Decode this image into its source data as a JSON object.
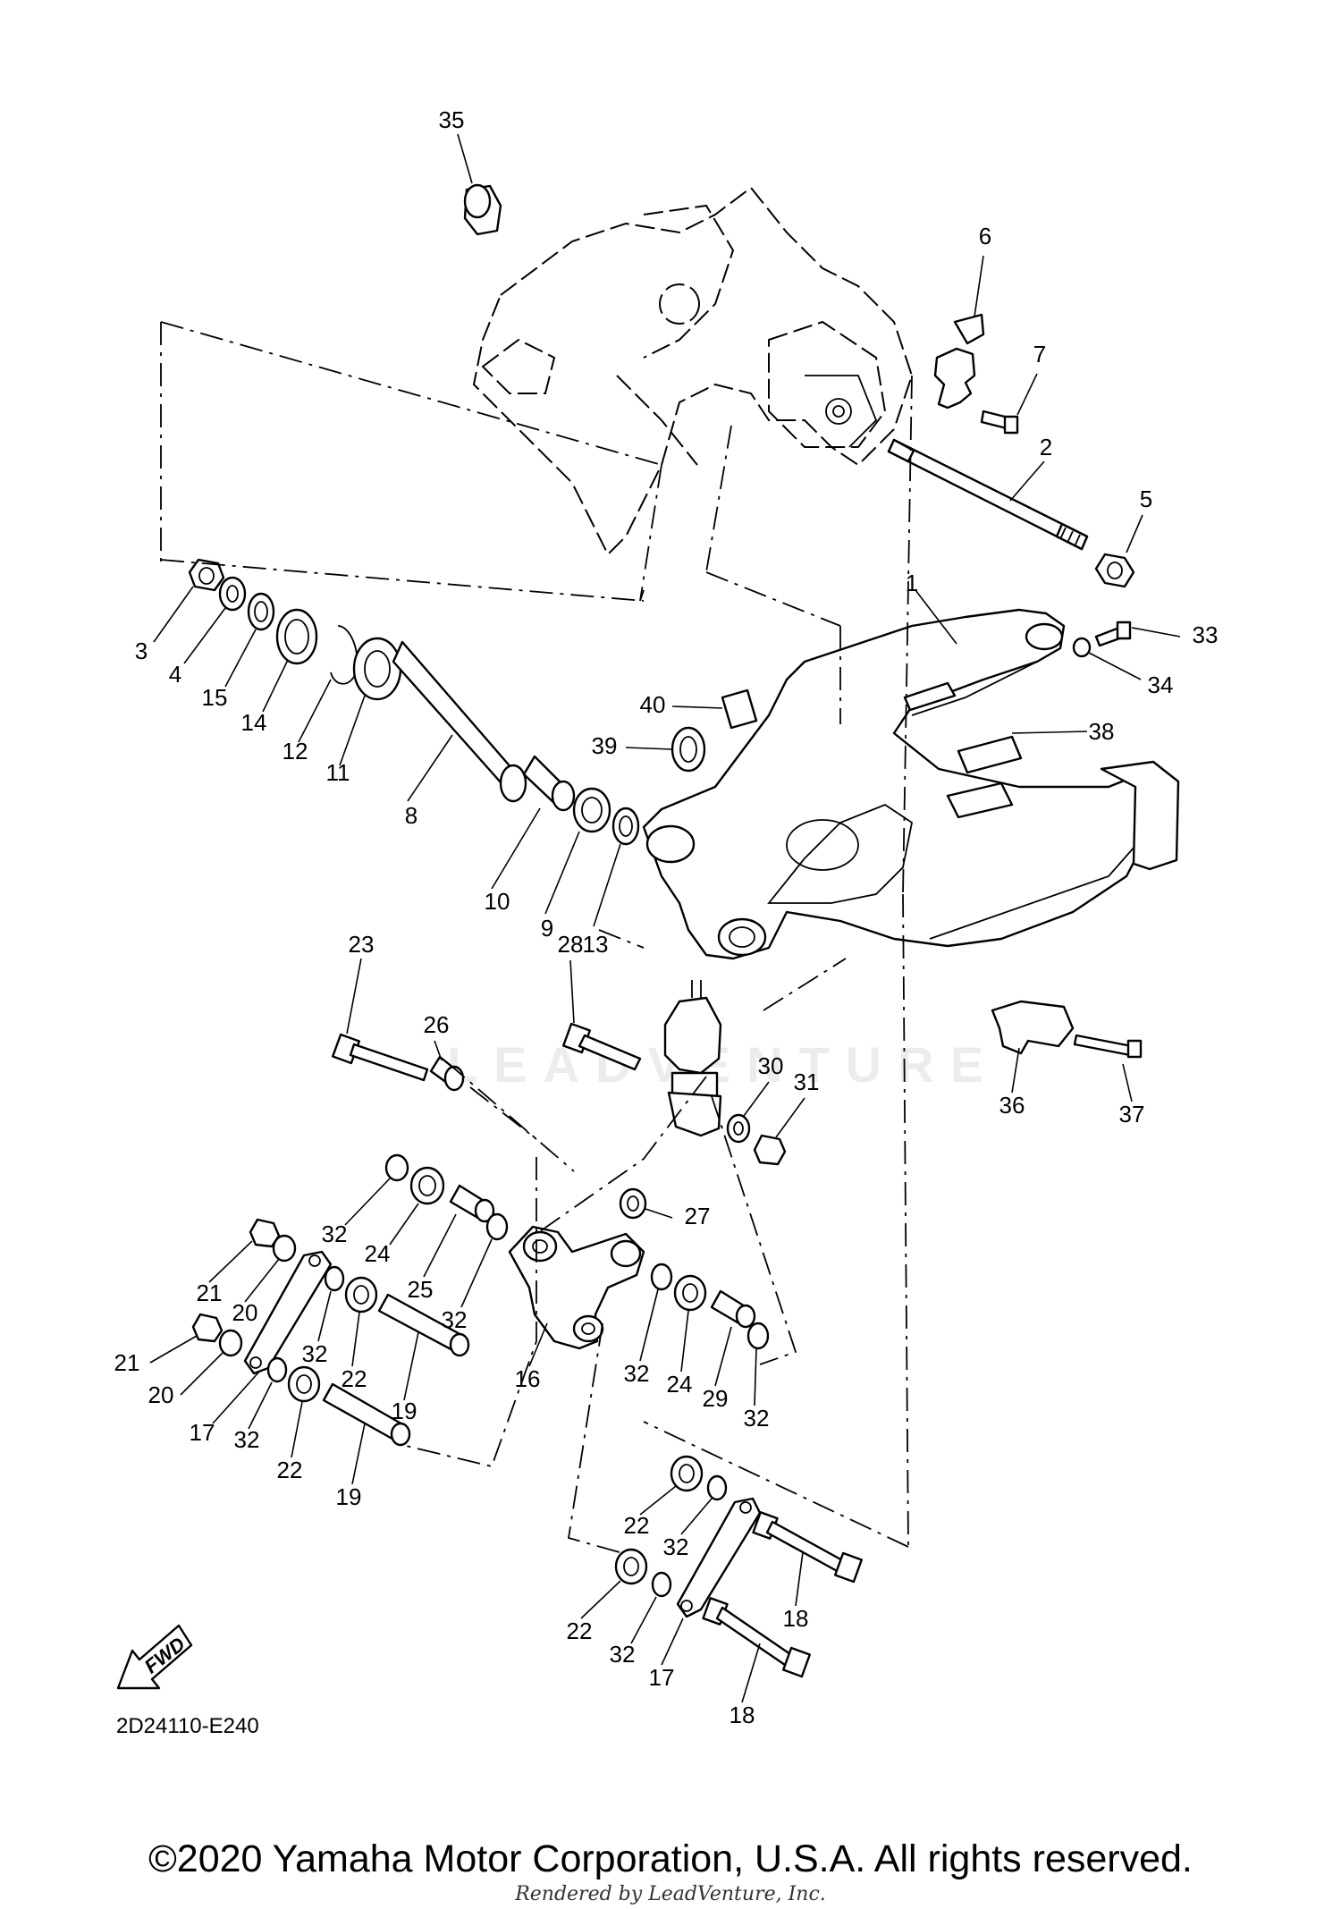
{
  "diagram_code": "2D24110-E240",
  "fwd_label": "FWD",
  "watermark": "LEADVENTURE",
  "copyright": "©2020 Yamaha Motor Corporation, U.S.A. All rights reserved.",
  "rendered_by": "Rendered by LeadVenture, Inc.",
  "callouts": [
    "35",
    "6",
    "7",
    "2",
    "5",
    "1",
    "33",
    "34",
    "3",
    "4",
    "15",
    "14",
    "12",
    "11",
    "8",
    "40",
    "39",
    "38",
    "10",
    "9",
    "13",
    "23",
    "28",
    "26",
    "30",
    "31",
    "36",
    "37",
    "27",
    "32",
    "24",
    "25",
    "21",
    "20",
    "22",
    "19",
    "16",
    "17",
    "29",
    "18"
  ]
}
